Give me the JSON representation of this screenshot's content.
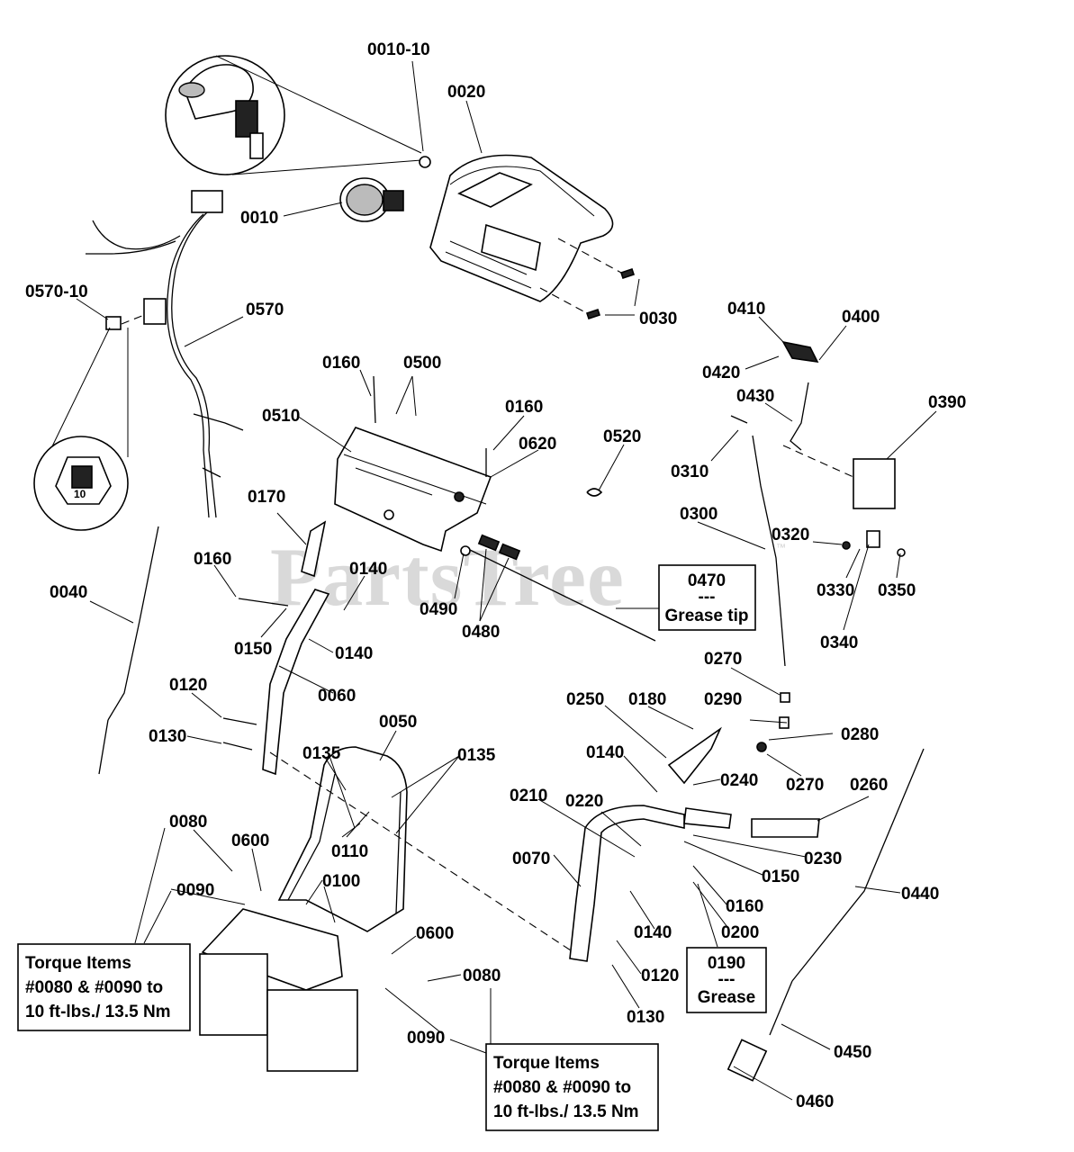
{
  "watermark": {
    "text": "PartsTree",
    "tm": "™"
  },
  "callouts": {
    "c0010_10": "0010-10",
    "c0020": "0020",
    "c0010": "0010",
    "c0570_10": "0570-10",
    "c0570": "0570",
    "c0030": "0030",
    "c0410": "0410",
    "c0400": "0400",
    "c0420": "0420",
    "c0160_a": "0160",
    "c0500": "0500",
    "c0430": "0430",
    "c0390": "0390",
    "c0510": "0510",
    "c0160_b": "0160",
    "c0620": "0620",
    "c0520": "0520",
    "c0310": "0310",
    "c0170": "0170",
    "c0300": "0300",
    "c0160_c": "0160",
    "c0320": "0320",
    "c0140_a": "0140",
    "c0040": "0040",
    "c0490": "0490",
    "c0330": "0330",
    "c0350": "0350",
    "c0480": "0480",
    "c0150_a": "0150",
    "c0140_b": "0140",
    "c0340": "0340",
    "c0270_a": "0270",
    "c0060": "0060",
    "c0120_a": "0120",
    "c0250": "0250",
    "c0180": "0180",
    "c0290": "0290",
    "c0130_a": "0130",
    "c0050": "0050",
    "c0280": "0280",
    "c0135_a": "0135",
    "c0135_b": "0135",
    "c0140_c": "0140",
    "c0240": "0240",
    "c0270_b": "0270",
    "c0260": "0260",
    "c0210": "0210",
    "c0220": "0220",
    "c0080_a": "0080",
    "c0600_a": "0600",
    "c0110": "0110",
    "c0230": "0230",
    "c0070": "0070",
    "c0150_b": "0150",
    "c0090_a": "0090",
    "c0100": "0100",
    "c0440": "0440",
    "c0160_d": "0160",
    "c0200": "0200",
    "c0140_d": "0140",
    "c0600_b": "0600",
    "c0080_b": "0080",
    "c0120_b": "0120",
    "c0130_b": "0130",
    "c0090_b": "0090",
    "c0450": "0450",
    "c0460": "0460"
  },
  "notes": {
    "grease_tip": {
      "num": "0470",
      "sep": "---",
      "text": "Grease tip"
    },
    "grease": {
      "num": "0190",
      "sep": "---",
      "text": "Grease"
    },
    "torque_left": {
      "line1": "Torque Items",
      "line2": "#0080 & #0090 to",
      "line3": "10 ft-lbs./ 13.5 Nm"
    },
    "torque_right": {
      "line1": "Torque Items",
      "line2": "#0080 & #0090 to",
      "line3": "10 ft-lbs./ 13.5 Nm"
    }
  },
  "fuse_value": "10"
}
